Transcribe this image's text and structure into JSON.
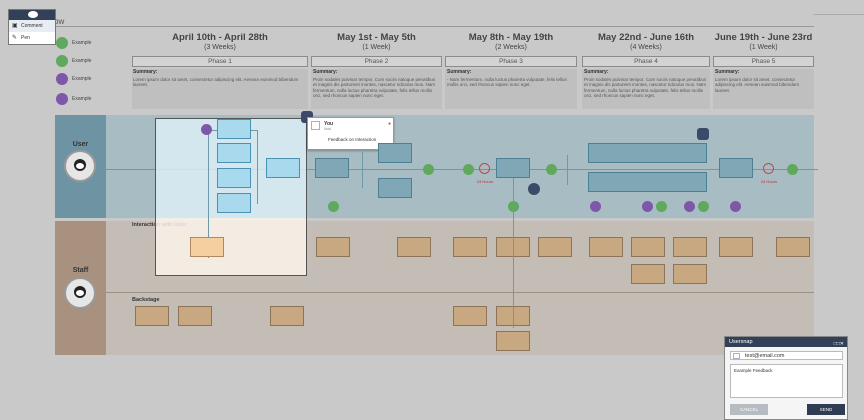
{
  "page_title": "er Flow",
  "toolbar": {
    "tools": [
      {
        "label": "Comment",
        "icon": "comment-icon"
      },
      {
        "label": "Pen",
        "icon": "pen-icon"
      }
    ]
  },
  "legend": [
    {
      "label": "Example",
      "color": "#5fa85e",
      "icon": "green-mail-icon"
    },
    {
      "label": "Example",
      "color": "#5fa85e",
      "icon": "green-phone-icon"
    },
    {
      "label": "Example",
      "color": "#7e58a8",
      "icon": "purple-bell-icon"
    },
    {
      "label": "Example",
      "color": "#7e58a8",
      "icon": "purple-mail-icon"
    }
  ],
  "phases": [
    {
      "range": "April 10th - April 28th",
      "weeks": "(3 Weeks)",
      "name": "Phase 1",
      "summary_title": "Summary:",
      "summary": "Lorem ipsum dolor sit amet, consectetur adipiscing elit. Aenean euismod bibendum laoreet."
    },
    {
      "range": "May 1st - May 5th",
      "weeks": "(1 Week)",
      "name": "Phase 2",
      "summary_title": "Summary:",
      "summary": "Proin sodales pulvinar tempor. Cum sociis natoque penatibus et magnis dis parturient montes, nascetur ridiculus mus. Nam fermentum, nulla luctus pharetra vulputate, felis tellus mollis orci, sed rhoncus sapien nunc eget."
    },
    {
      "range": "May 8th - May 19th",
      "weeks": "(2 Weeks)",
      "name": "Phase 3",
      "summary_title": "Summary:",
      "summary": "- Nam fermentum, nulla luctus pharetra vulputate, felis tellus mollis orci, sed rhoncus sapien nunc eget."
    },
    {
      "range": "May 22nd - June 16th",
      "weeks": "(4 Weeks)",
      "name": "Phase 4",
      "summary_title": "Summary:",
      "summary": "Proin sodales pulvinar tempor. Cum sociis natoque penatibus et magnis dis parturient montes, nascetur ridiculus mus. Nam fermentum, nulla luctus pharetra vulputate, felis tellus mollis orci, sed rhoncus sapien nunc eget."
    },
    {
      "range": "June 19th - June 23rd",
      "weeks": "(1 Week)",
      "name": "Phase 5",
      "summary_title": "Summary:",
      "summary": "Lorem ipsum dolor sit amet, consectetur adipiscing elit. Aenean euismod bibendum laoreet."
    }
  ],
  "lanes": {
    "user": "User",
    "staff": "Staff",
    "interaction_label": "Interaction with User",
    "backstage_label": "Backstage"
  },
  "alarms": [
    "24 Hours",
    "24 Hours"
  ],
  "comment_popup": {
    "author": "You",
    "time": "Now",
    "text": "Feedback on Interaction"
  },
  "usersnap": {
    "title": "Usersnap",
    "email": "test@email.com",
    "feedback": "Example Feedback",
    "cancel_label": "CANCEL",
    "send_label": "SEND"
  }
}
